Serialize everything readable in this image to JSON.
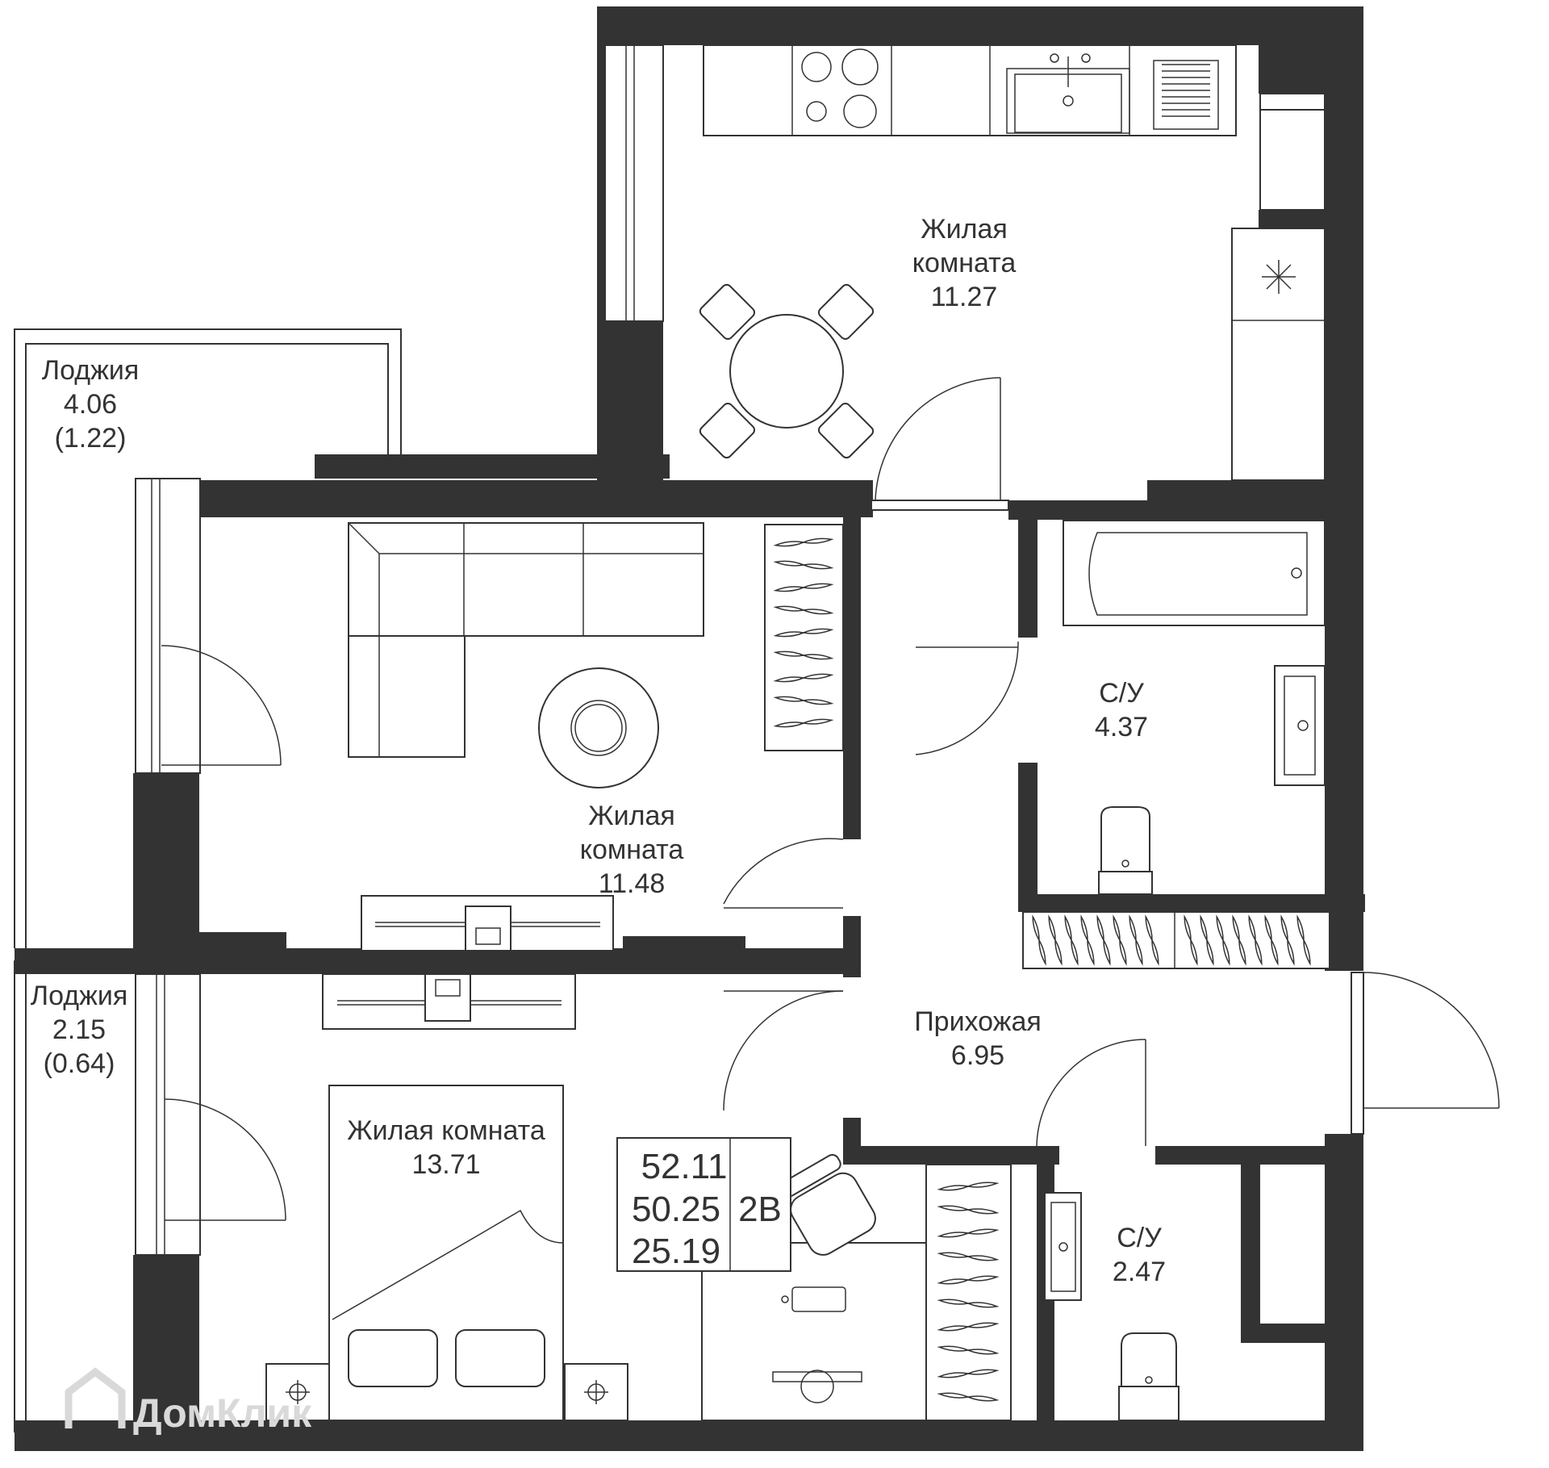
{
  "rooms": {
    "kitchen": {
      "name_1": "Жилая",
      "name_2": "комната",
      "area": "11.27"
    },
    "living": {
      "name_1": "Жилая",
      "name_2": "комната",
      "area": "11.48"
    },
    "bedroom": {
      "name": "Жилая комната",
      "area": "13.71"
    },
    "bath_main": {
      "name": "С/У",
      "area": "4.37"
    },
    "bath_small": {
      "name": "С/У",
      "area": "2.47"
    },
    "hall": {
      "name": "Прихожая",
      "area": "6.95"
    },
    "loggia_1": {
      "name": "Лоджия",
      "area": "4.06",
      "reduced": "(1.22)"
    },
    "loggia_2": {
      "name": "Лоджия",
      "area": "2.15",
      "reduced": "(0.64)"
    }
  },
  "summary": {
    "total_area": "52.11",
    "area_without_loggia": "50.25",
    "living_area": "25.19",
    "apartment_type": "2B"
  },
  "watermark": "ДомКлик",
  "colors": {
    "wall": "#333333",
    "background": "#ffffff",
    "watermark": "#d9d9d9"
  }
}
